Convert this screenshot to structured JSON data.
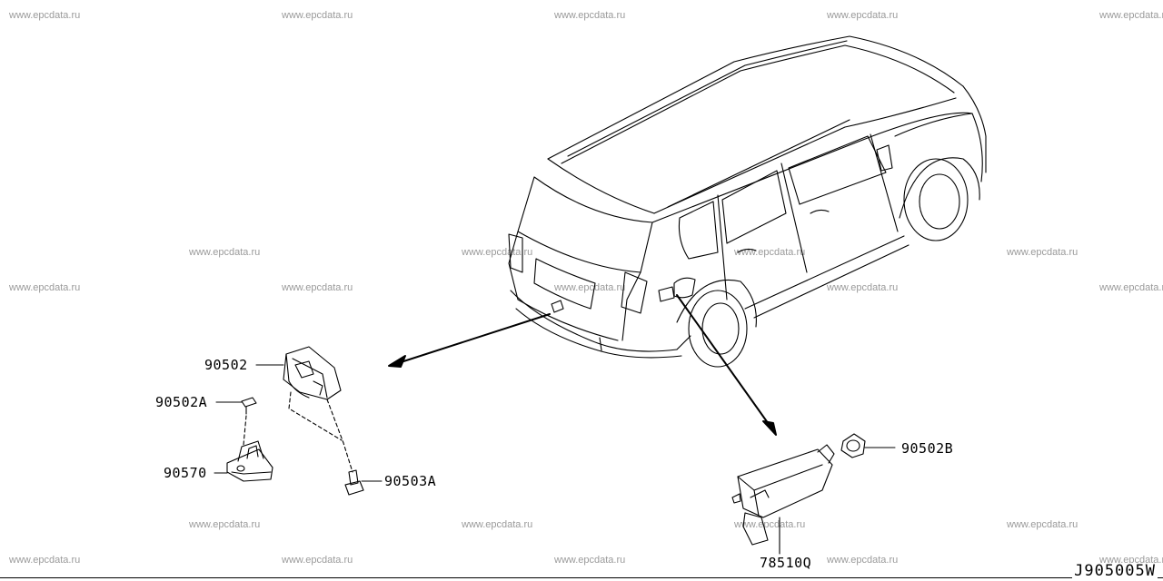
{
  "watermark": "www.epcdata.ru",
  "parts": {
    "p90502": "90502",
    "p90502A": "90502A",
    "p90570": "90570",
    "p90503A": "90503A",
    "p90502B": "90502B",
    "p78510Q": "78510Q"
  },
  "diagram_code": "J905005W"
}
